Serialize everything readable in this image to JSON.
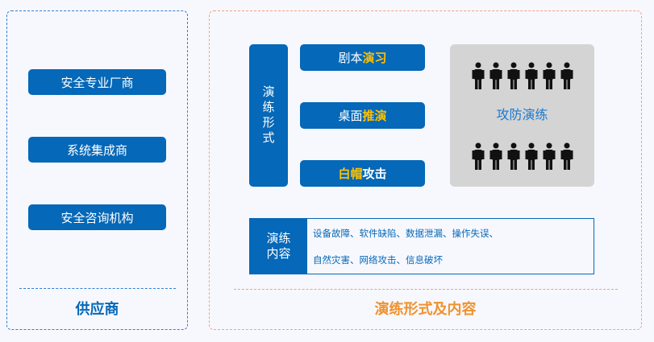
{
  "suppliers": {
    "items": [
      "安全专业厂商",
      "系统集成商",
      "安全咨询机构"
    ],
    "title": "供应商"
  },
  "forms": {
    "label": "演练形式",
    "items": [
      {
        "a": "剧本",
        "b": "演习"
      },
      {
        "a": "桌面",
        "b": "推演"
      },
      {
        "a": "白帽",
        "b": "攻击"
      }
    ],
    "attack_defense": "攻防演练"
  },
  "content": {
    "label_line1": "演练",
    "label_line2": "内容",
    "line1": "设备故障、软件缺陷、数据泄漏、操作失误、",
    "line2": "自然灾害、网络攻击、信息破坏"
  },
  "right_title": "演练形式及内容",
  "colors": {
    "blue": "#0568b8",
    "accent": "#ffc000",
    "orange": "#f0922e"
  }
}
